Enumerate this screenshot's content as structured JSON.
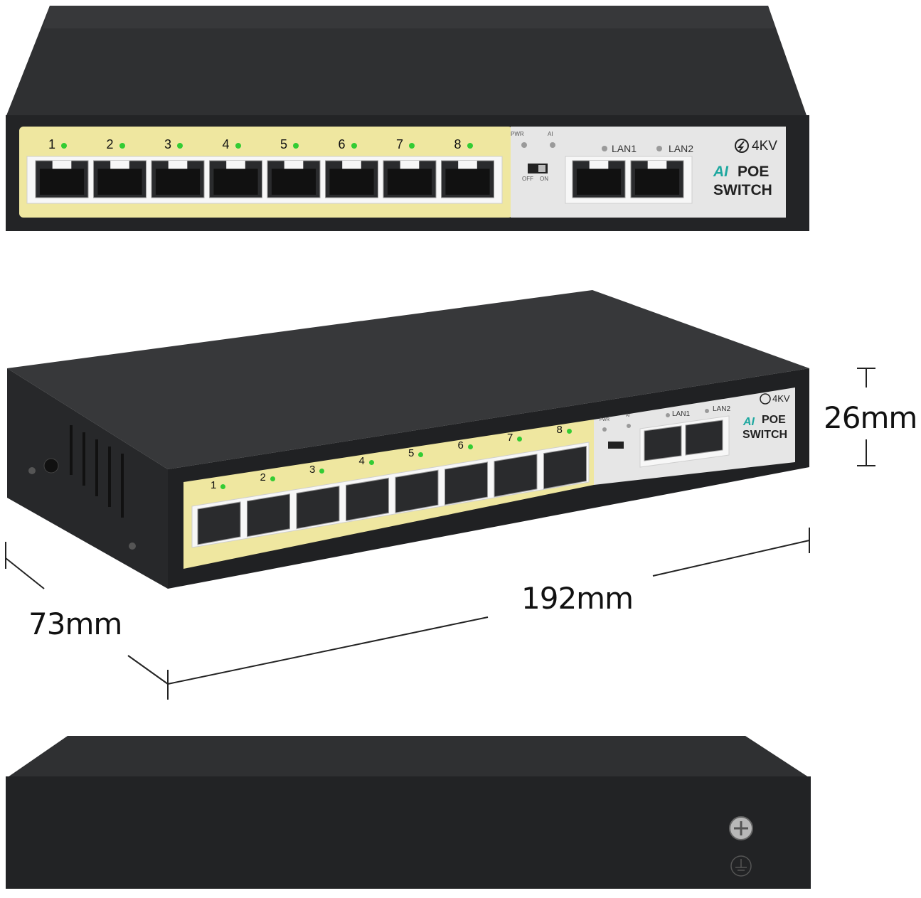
{
  "colors": {
    "chassis": "#2b2c2e",
    "chassis_top": "#3a3b3d",
    "panel_yellow": "#efe7a0",
    "panel_gray": "#e4e4e4",
    "led_green": "#33cc33",
    "brand_green": "#1fa8a0",
    "text_dark": "#222222"
  },
  "device": {
    "poe_ports": [
      "1",
      "2",
      "3",
      "4",
      "5",
      "6",
      "7",
      "8"
    ],
    "uplinks": [
      "LAN1",
      "LAN2"
    ],
    "indicators": {
      "pwr": "PWR",
      "ai": "AI"
    },
    "switch_labels": {
      "off": "OFF",
      "on": "ON"
    },
    "surge_rating": "4KV",
    "brand_ai": "AI",
    "brand_poe": "POE",
    "brand_switch": "SWITCH"
  },
  "dimensions": {
    "height": "26mm",
    "width": "192mm",
    "depth": "73mm"
  }
}
